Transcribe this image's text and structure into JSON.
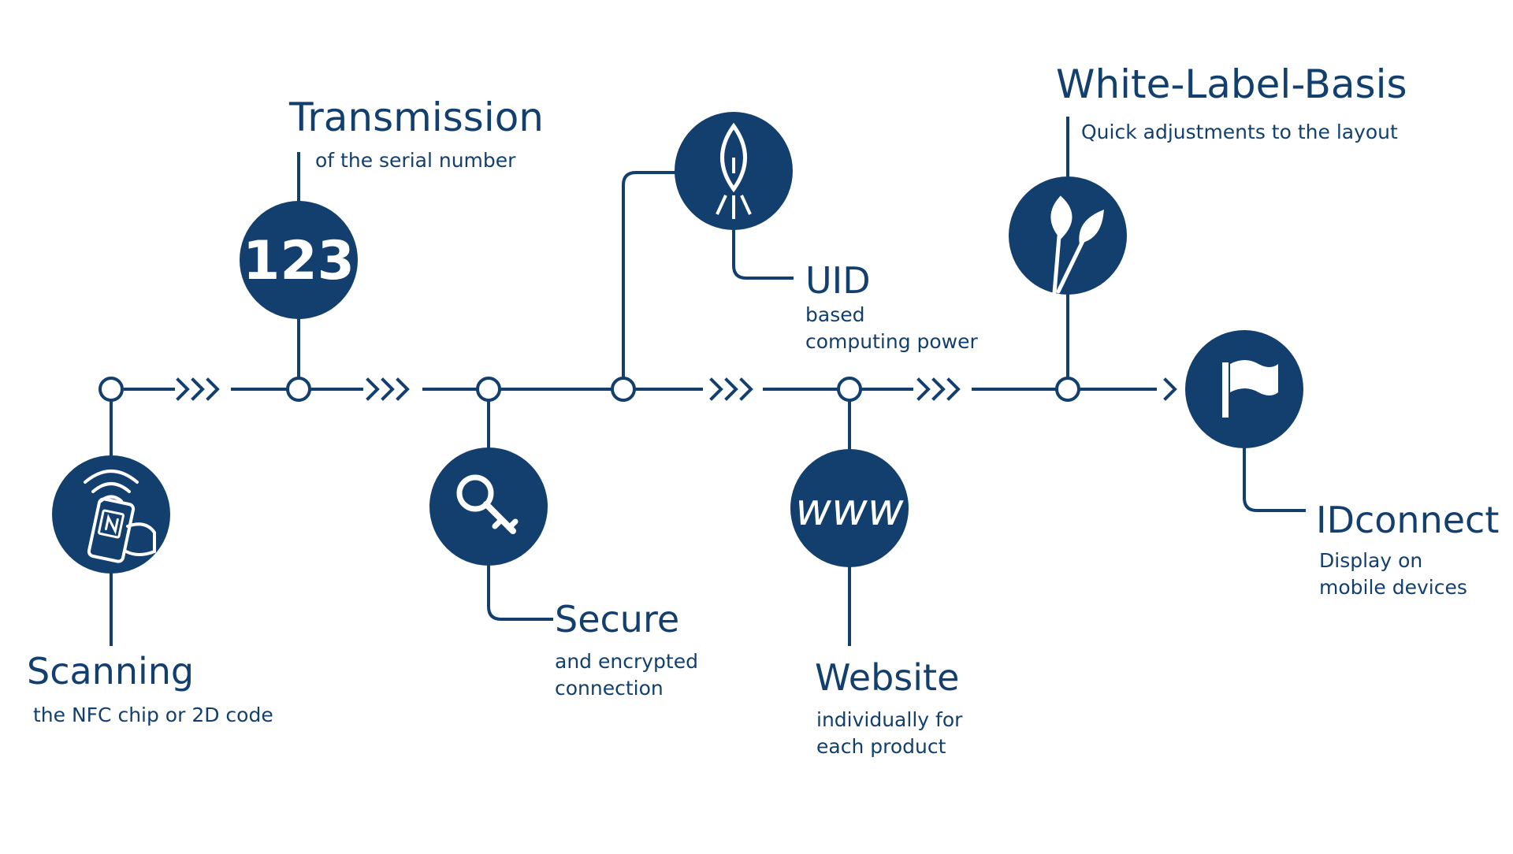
{
  "colors": {
    "primary": "#123f6e",
    "background": "#ffffff",
    "icon_fill": "#ffffff"
  },
  "steps": [
    {
      "title": "Scanning",
      "lines": [
        "the NFC chip or 2D code"
      ],
      "icon": "nfc-phone-icon"
    },
    {
      "title": "Transmission",
      "lines": [
        "of the serial number"
      ],
      "icon": "number-123-icon",
      "icon_text": "123"
    },
    {
      "title": "Secure",
      "lines": [
        "and encrypted",
        "connection"
      ],
      "icon": "key-icon"
    },
    {
      "title": "UID",
      "lines": [
        "based",
        "computing power"
      ],
      "icon": "seed-icon"
    },
    {
      "title": "Website",
      "lines": [
        "individually for",
        "each product"
      ],
      "icon": "www-icon",
      "icon_text": "www"
    },
    {
      "title": "White-Label-Basis",
      "lines": [
        "Quick adjustments to the layout"
      ],
      "icon": "sprouts-icon"
    },
    {
      "title": "IDconnect",
      "lines": [
        "Display on",
        "mobile devices"
      ],
      "icon": "flag-icon"
    }
  ]
}
